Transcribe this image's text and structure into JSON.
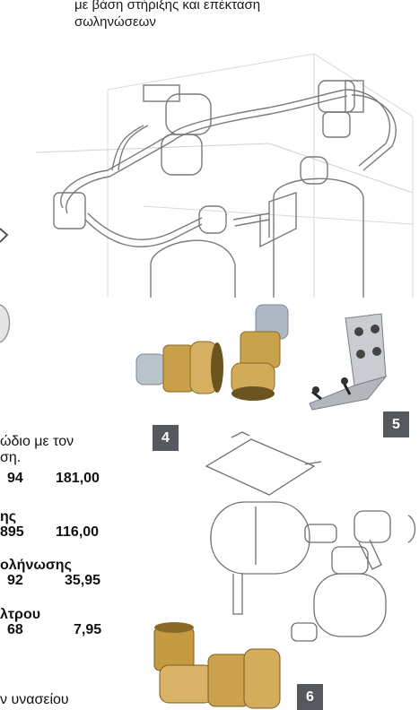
{
  "caption": {
    "line1": "με βάση στήριξης και επέκταση",
    "line2": "σωληνώσεων"
  },
  "badges": {
    "b4": "4",
    "b5": "5",
    "b6": "6"
  },
  "left_column": {
    "desc_line1": "ώδιο με τον",
    "desc_line2": "ση.",
    "row1": {
      "code": "94",
      "price": "181,00"
    },
    "label2": "ης",
    "row2": {
      "code": "895",
      "price": "116,00"
    },
    "label3": "ολήνωσης",
    "row3": {
      "code": "92",
      "price": "35,95"
    },
    "label4": "λτρου",
    "row4": {
      "code": "68",
      "price": "7,95"
    },
    "bottom_fragment": "ν υνασείου"
  }
}
